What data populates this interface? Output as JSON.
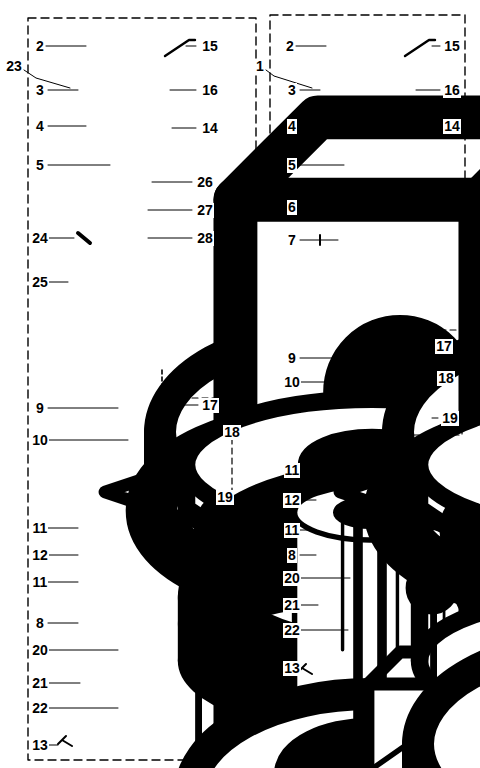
{
  "diagram": {
    "labels": [
      "2",
      "15",
      "23",
      "3",
      "16",
      "4",
      "14",
      "5",
      "26",
      "27",
      "28",
      "24",
      "25",
      "9",
      "17",
      "10",
      "18",
      "11",
      "19",
      "12",
      "11",
      "8",
      "20",
      "21",
      "22",
      "13",
      "2",
      "15",
      "1",
      "3",
      "16",
      "4",
      "14",
      "5",
      "6",
      "7",
      "17",
      "9",
      "18",
      "10",
      "19",
      "11",
      "12",
      "11",
      "8",
      "20",
      "21",
      "22",
      "13"
    ]
  }
}
